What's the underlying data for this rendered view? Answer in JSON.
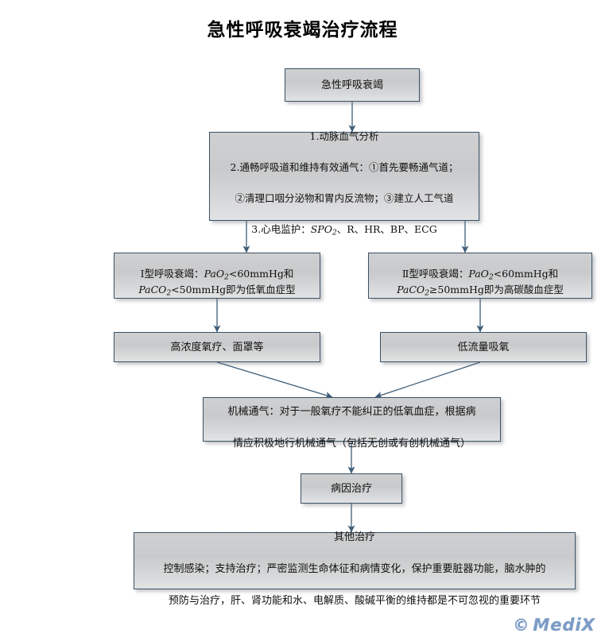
{
  "title": "急性呼吸衰竭治疗流程",
  "colors": {
    "box_border": "#3b5268",
    "box_fill_top": "#cfd0d1",
    "box_fill_bottom": "#e2e3e4",
    "connector": "#3f5d77",
    "watermark": "#7b9cc6",
    "background": "#ffffff"
  },
  "nodes": {
    "acute_respiratory_failure": {
      "label": "急性呼吸衰竭"
    },
    "initial_assessment": {
      "line1": "1.动脉血气分析",
      "line2": "2.通畅呼吸道和维持有效通气：①首先要畅通气道；",
      "line3": "②清理口咽分泌物和胃内反流物；③建立人工气道",
      "line4_prefix": "3.心电监护：",
      "line4_var": "SPO",
      "line4_sub": "2",
      "line4_suffix": "、R、HR、BP、ECG"
    },
    "type1_failure": {
      "prefix": "Ⅰ型呼吸衰竭：",
      "var1": "PaO",
      "var1_sub": "2",
      "mid": "<60mmHg和",
      "var2": "PaCO",
      "var2_sub": "2",
      "suffix": "<50mmHg即为低氧血症型"
    },
    "type2_failure": {
      "prefix": "Ⅱ型呼吸衰竭：",
      "var1": "PaO",
      "var1_sub": "2",
      "mid": "<60mmHg和",
      "var2": "PaCO",
      "var2_sub": "2",
      "suffix": "≥50mmHg即为高碳酸血症型"
    },
    "high_concentration_oxygen": {
      "label": "高浓度氧疗、面罩等"
    },
    "low_flow_oxygen": {
      "label": "低流量吸氧"
    },
    "mechanical_ventilation": {
      "line1": "机械通气：对于一般氧疗不能纠正的低氧血症，根据病",
      "line2": "情应积极地行机械通气（包括无创或有创机械通气）"
    },
    "etiologic_treatment": {
      "label": "病因治疗"
    },
    "other_treatment": {
      "heading": "其他治疗",
      "line1": "控制感染；支持治疗；严密监测生命体征和病情变化，保护重要脏器功能，脑水肿的",
      "line2": "预防与治疗，肝、肾功能和水、电解质、酸碱平衡的维持都是不可忽视的重要环节"
    }
  },
  "connectors": [
    {
      "name": "arf-to-assessment",
      "from": "acute_respiratory_failure",
      "to": "initial_assessment",
      "kind": "vertical"
    },
    {
      "name": "assessment-to-type1",
      "from": "initial_assessment",
      "to": "type1_failure",
      "kind": "vertical"
    },
    {
      "name": "assessment-to-type2",
      "from": "initial_assessment",
      "to": "type2_failure",
      "kind": "vertical"
    },
    {
      "name": "type1-to-high-oxygen",
      "from": "type1_failure",
      "to": "high_concentration_oxygen",
      "kind": "vertical"
    },
    {
      "name": "type2-to-low-oxygen",
      "from": "type2_failure",
      "to": "low_flow_oxygen",
      "kind": "vertical"
    },
    {
      "name": "high-oxygen-to-mechvent",
      "from": "high_concentration_oxygen",
      "to": "mechanical_ventilation",
      "kind": "diagonal"
    },
    {
      "name": "low-oxygen-to-mechvent",
      "from": "low_flow_oxygen",
      "to": "mechanical_ventilation",
      "kind": "diagonal"
    },
    {
      "name": "mechvent-to-etiologic",
      "from": "mechanical_ventilation",
      "to": "etiologic_treatment",
      "kind": "vertical"
    },
    {
      "name": "etiologic-to-other",
      "from": "etiologic_treatment",
      "to": "other_treatment",
      "kind": "vertical"
    }
  ],
  "watermark": {
    "copyright_symbol": "©",
    "text": "MediX"
  }
}
